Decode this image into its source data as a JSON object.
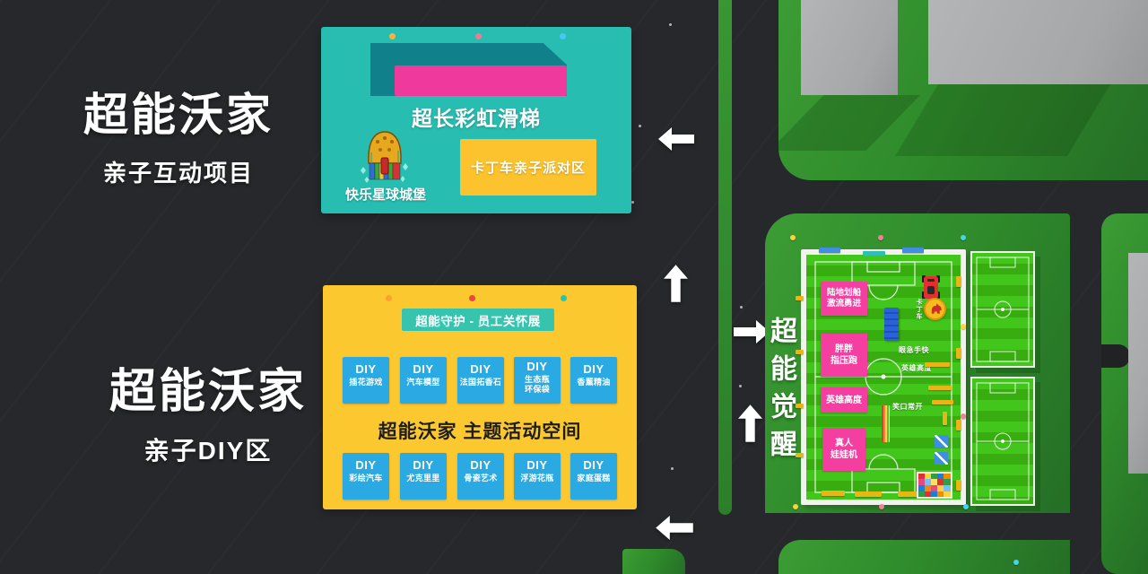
{
  "left_panel": {
    "section1": {
      "title": "超能沃家",
      "subtitle": "亲子互动项目"
    },
    "section2": {
      "title": "超能沃家",
      "subtitle": "亲子DIY区"
    }
  },
  "teal_card": {
    "slide_label": "超长彩虹滑梯",
    "party_zone_label": "卡丁车亲子派对区",
    "castle_label": "快乐星球城堡"
  },
  "yellow_card": {
    "banner": "超能守护 - 员工关怀展",
    "title": "超能沃家 主题活动空间",
    "diy_row1": [
      {
        "tag": "DIY",
        "name": "插花游戏"
      },
      {
        "tag": "DIY",
        "name": "汽车模型"
      },
      {
        "tag": "DIY",
        "name": "法国拓香石"
      },
      {
        "tag": "DIY",
        "name": "生态瓶\n环保袋"
      },
      {
        "tag": "DIY",
        "name": "香薰精油"
      }
    ],
    "diy_row2": [
      {
        "tag": "DIY",
        "name": "彩绘汽车"
      },
      {
        "tag": "DIY",
        "name": "尤克里里"
      },
      {
        "tag": "DIY",
        "name": "骨瓷艺术"
      },
      {
        "tag": "DIY",
        "name": "浮游花瓶"
      },
      {
        "tag": "DIY",
        "name": "家庭蛋糕"
      }
    ]
  },
  "map": {
    "zone_title": "超能觉醒",
    "pink_labels": [
      {
        "text": "陆地划船\n激流勇进"
      },
      {
        "text": "胖胖\n指压跑"
      },
      {
        "text": "英雄高度"
      },
      {
        "text": "真人\n娃娃机"
      }
    ],
    "small_labels": [
      {
        "text": "卡丁车"
      },
      {
        "text": "眼急手快"
      },
      {
        "text": "英雄高度"
      },
      {
        "text": "笑口常开"
      }
    ]
  },
  "colors": {
    "background": "#26282b",
    "teal_card": "#28bdb1",
    "teal_dark_slab": "#10808a",
    "pink_bar": "#f0399c",
    "yellow": "#fcc82f",
    "blue_box": "#2aa9e2",
    "banner_teal": "#36c4ae",
    "grass": "#2f8b2b",
    "pitch_green": "#3cbb14",
    "pink_label": "#f53fa0",
    "building_gray": "#a9abad"
  }
}
